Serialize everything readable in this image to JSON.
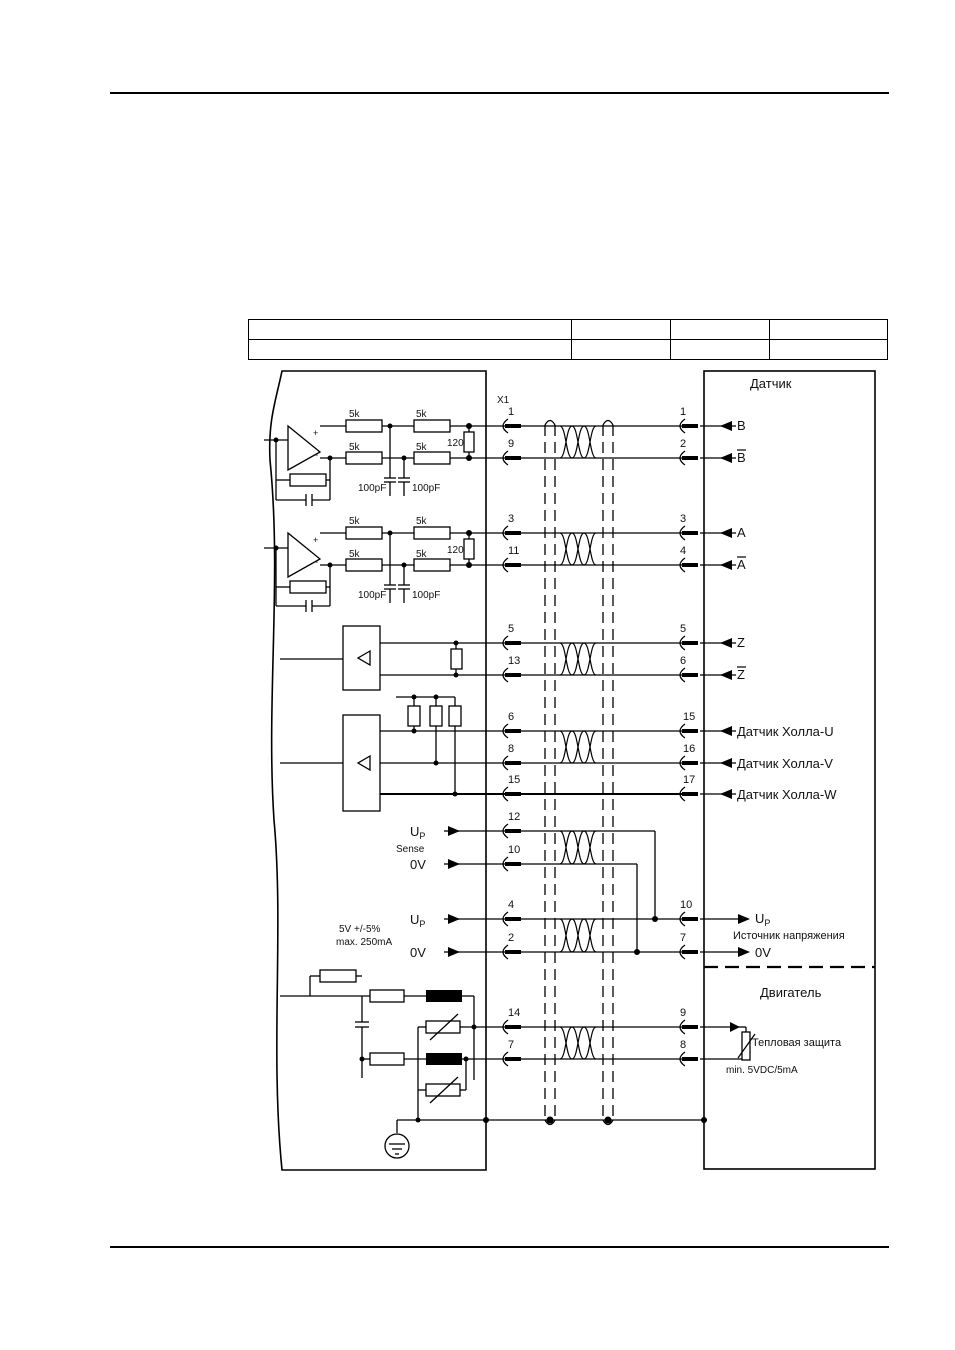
{
  "header_table": {
    "rows": [
      [
        "",
        "",
        "",
        ""
      ],
      [
        "",
        "",
        "",
        ""
      ]
    ]
  },
  "left_panel": {
    "connector": "X1",
    "resistor_5k": "5k",
    "resistor_120": "120",
    "capacitor_100pf": "100pF",
    "up_label": "U",
    "up_subscript": "P",
    "sense": "Sense",
    "zero_v": "0V",
    "supply_spec_1": "5V +/-5%",
    "supply_spec_2": "max. 250mA"
  },
  "pins_left": [
    "1",
    "9",
    "3",
    "11",
    "5",
    "13",
    "6",
    "8",
    "15",
    "12",
    "10",
    "4",
    "2",
    "14",
    "7"
  ],
  "pins_right": [
    "1",
    "2",
    "3",
    "4",
    "5",
    "6",
    "15",
    "16",
    "17",
    "10",
    "7",
    "9",
    "8"
  ],
  "right_panel": {
    "sensor_title": "Датчик",
    "signals": [
      "B",
      "B",
      "A",
      "A",
      "Z",
      "Z",
      "Датчик Холла-U",
      "Датчик Холла-V",
      "Датчик Холла-W"
    ],
    "up_label": "U",
    "up_subscript": "P",
    "supply_source": "Источник напряжения",
    "zero_v": "0V",
    "motor_title": "Двигатель",
    "thermal_protection": "Тепловая защита",
    "thermal_spec": "min. 5VDC/5mA"
  }
}
